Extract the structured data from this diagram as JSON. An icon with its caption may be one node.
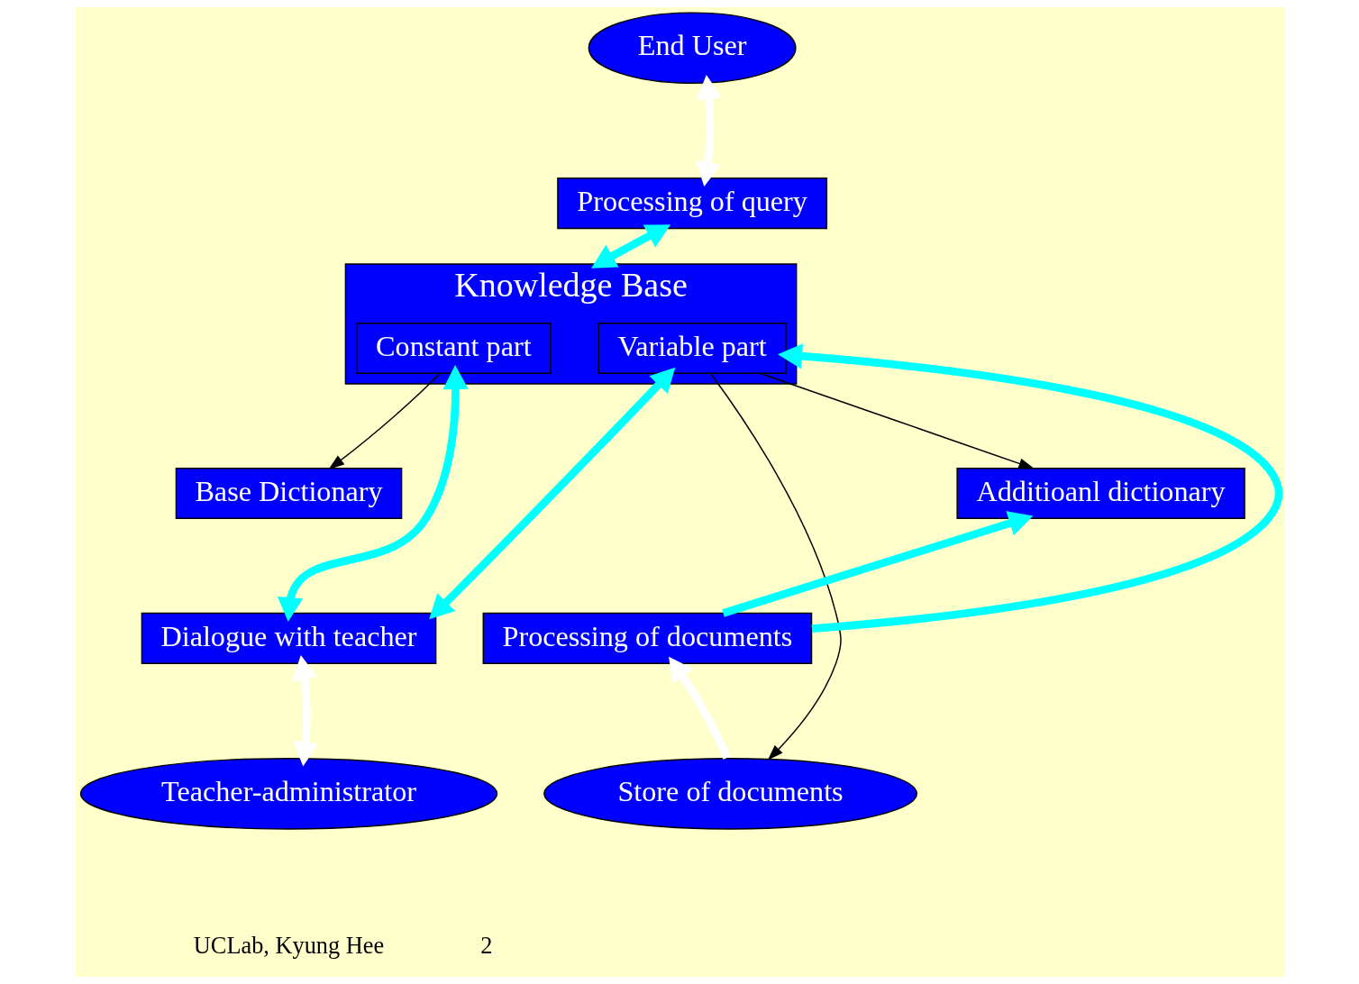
{
  "diagram": {
    "nodes": [
      {
        "text": [
          "End User"
        ]
      },
      {
        "text": [
          "Processing of query"
        ]
      },
      {
        "text": [
          "Knowledge Base"
        ]
      },
      {
        "text": [
          "Constant part"
        ],
        "in": 2
      },
      {
        "text": [
          "Variable part"
        ],
        "in": 2
      },
      {
        "text": [
          "Additioanl dictionary"
        ]
      },
      {
        "text": [
          "Base Dictionary"
        ]
      },
      {
        "text": [
          "Dialogue with teacher"
        ]
      },
      {
        "text": [
          "Processing of documents"
        ]
      },
      {
        "text": [
          "Teacher-administrator"
        ]
      },
      {
        "text": [
          "Store of documents"
        ]
      }
    ],
    "edges": [
      {
        "from": 0,
        "to": 1,
        "arrow": "both",
        "color": "#ffffff"
      },
      {
        "from": 1,
        "to": 2,
        "arrow": "both",
        "color": "#00ffff"
      },
      {
        "from": 4,
        "to": 5,
        "arrow": "to",
        "color": "#000000"
      },
      {
        "from": 3,
        "to": 6,
        "arrow": "to",
        "color": "#000000"
      },
      {
        "from": 3,
        "to": 7,
        "arrow": "both",
        "color": "#00ffff"
      },
      {
        "from": 4,
        "to": 7,
        "arrow": "both",
        "color": "#00ffff"
      },
      {
        "from": 8,
        "to": 4,
        "arrow": "to",
        "color": "#00ffff"
      },
      {
        "from": 8,
        "to": 5,
        "arrow": "to",
        "color": "#00ffff"
      },
      {
        "from": 4,
        "to": 10,
        "arrow": "to",
        "color": "#000000"
      },
      {
        "from": 9,
        "to": 7,
        "arrow": "both",
        "color": "#ffffff"
      },
      {
        "from": 10,
        "to": 8,
        "arrow": "to",
        "color": "#ffffff"
      }
    ],
    "labels": [
      "UCLab, Kyung Hee",
      "2"
    ]
  }
}
